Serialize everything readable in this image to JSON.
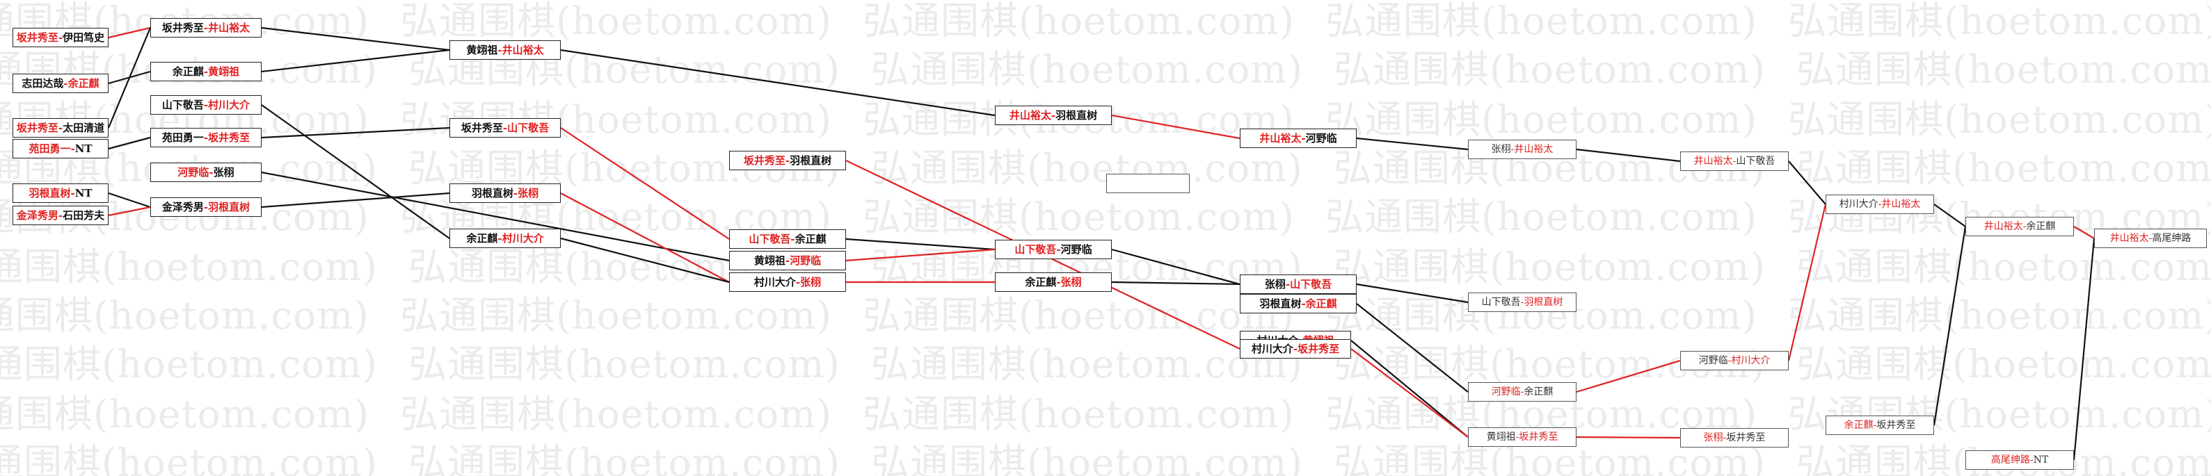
{
  "watermark": "弘通围棋(hoetom.com)",
  "colors": {
    "winner": "#e02222",
    "loser_text": "#111111",
    "black_line": "#111111",
    "red_line": "#e02222",
    "watermark": "#ebebeb"
  },
  "rounds": [
    {
      "round": 1,
      "matches": [
        {
          "id": "r1a",
          "p1": "坂井秀至",
          "p2": "伊田笃史",
          "winner": 1
        },
        {
          "id": "r1b",
          "p1": "志田达哉",
          "p2": "余正麒",
          "winner": 2
        },
        {
          "id": "r1c",
          "p1": "坂井秀至",
          "p2": "太田清道",
          "winner": 1
        },
        {
          "id": "r1d",
          "p1": "苑田勇一",
          "p2": "NT",
          "winner": 1
        },
        {
          "id": "r1e",
          "p1": "羽根直树",
          "p2": "NT",
          "winner": 1
        },
        {
          "id": "r1f",
          "p1": "金泽秀男",
          "p2": "石田芳夫",
          "winner": 1
        }
      ]
    },
    {
      "round": 2,
      "matches": [
        {
          "id": "r2a",
          "p1": "坂井秀至",
          "p2": "井山裕太",
          "winner": 2
        },
        {
          "id": "r2b",
          "p1": "余正麒",
          "p2": "黄翊祖",
          "winner": 2
        },
        {
          "id": "r2c",
          "p1": "山下敬吾",
          "p2": "村川大介",
          "winner": 2
        },
        {
          "id": "r2d",
          "p1": "苑田勇一",
          "p2": "坂井秀至",
          "winner": 2
        },
        {
          "id": "r2e",
          "p1": "河野临",
          "p2": "张栩",
          "winner": 1
        },
        {
          "id": "r2f",
          "p1": "金泽秀男",
          "p2": "羽根直树",
          "winner": 2
        }
      ]
    },
    {
      "round": 3,
      "matches": [
        {
          "id": "r3a",
          "p1": "黄翊祖",
          "p2": "井山裕太",
          "winner": 2
        },
        {
          "id": "r3b",
          "p1": "坂井秀至",
          "p2": "山下敬吾",
          "winner": 2
        },
        {
          "id": "r3c",
          "p1": "羽根直树",
          "p2": "张栩",
          "winner": 2
        },
        {
          "id": "r3d",
          "p1": "余正麒",
          "p2": "村川大介",
          "winner": 2
        }
      ]
    },
    {
      "round": 4,
      "matches": [
        {
          "id": "r4a",
          "p1": "坂井秀至",
          "p2": "羽根直树",
          "winner": 1
        },
        {
          "id": "r4b",
          "p1": "山下敬吾",
          "p2": "余正麒",
          "winner": 1
        },
        {
          "id": "r4c",
          "p1": "黄翊祖",
          "p2": "河野临",
          "winner": 2
        },
        {
          "id": "r4d",
          "p1": "村川大介",
          "p2": "张栩",
          "winner": 2
        }
      ]
    },
    {
      "round": 5,
      "matches": [
        {
          "id": "r5a",
          "p1": "井山裕太",
          "p2": "羽根直树",
          "winner": 1
        },
        {
          "id": "r5b",
          "p1": "山下敬吾",
          "p2": "河野临",
          "winner": 1
        },
        {
          "id": "r5c",
          "p1": "余正麒",
          "p2": "张栩",
          "winner": 2
        }
      ]
    },
    {
      "round": 6,
      "matches": [
        {
          "id": "r6a",
          "p1": "井山裕太",
          "p2": "河野临",
          "winner": 1
        },
        {
          "id": "r6b",
          "p1": "张栩",
          "p2": "山下敬吾",
          "winner": 2
        },
        {
          "id": "r6c",
          "p1": "羽根直树",
          "p2": "余正麒",
          "winner": 2
        },
        {
          "id": "r6d",
          "p1": "村川大介",
          "p2": "黄翊祖",
          "winner": 2
        },
        {
          "id": "r6e",
          "p1": "村川大介",
          "p2": "坂井秀至",
          "winner": 2
        }
      ]
    },
    {
      "round": 7,
      "matches": [
        {
          "id": "r7a",
          "p1": "张栩",
          "p2": "井山裕太",
          "winner": 2
        },
        {
          "id": "r7b",
          "p1": "山下敬吾",
          "p2": "羽根直树",
          "winner": 2
        },
        {
          "id": "r7c",
          "p1": "河野临",
          "p2": "余正麒",
          "winner": 1
        },
        {
          "id": "r7d",
          "p1": "黄翊祖",
          "p2": "坂井秀至",
          "winner": 2
        }
      ]
    },
    {
      "round": 8,
      "matches": [
        {
          "id": "r8a",
          "p1": "井山裕太",
          "p2": "山下敬吾",
          "winner": 1
        },
        {
          "id": "r8b",
          "p1": "河野临",
          "p2": "村川大介",
          "winner": 2
        },
        {
          "id": "r8c",
          "p1": "张栩",
          "p2": "坂井秀至",
          "winner": 1
        }
      ]
    },
    {
      "round": 9,
      "matches": [
        {
          "id": "r9a",
          "p1": "村川大介",
          "p2": "井山裕太",
          "winner": 2
        },
        {
          "id": "r9b",
          "p1": "余正麒",
          "p2": "坂井秀至",
          "winner": 1
        }
      ]
    },
    {
      "round": 10,
      "matches": [
        {
          "id": "r10a",
          "p1": "井山裕太",
          "p2": "余正麒",
          "winner": 1
        },
        {
          "id": "r10b",
          "p1": "高尾绅路",
          "p2": "NT",
          "winner": 1
        }
      ]
    },
    {
      "round": 11,
      "matches": [
        {
          "id": "r11a",
          "p1": "井山裕太",
          "p2": "高尾绅路",
          "winner": 1
        }
      ]
    }
  ]
}
